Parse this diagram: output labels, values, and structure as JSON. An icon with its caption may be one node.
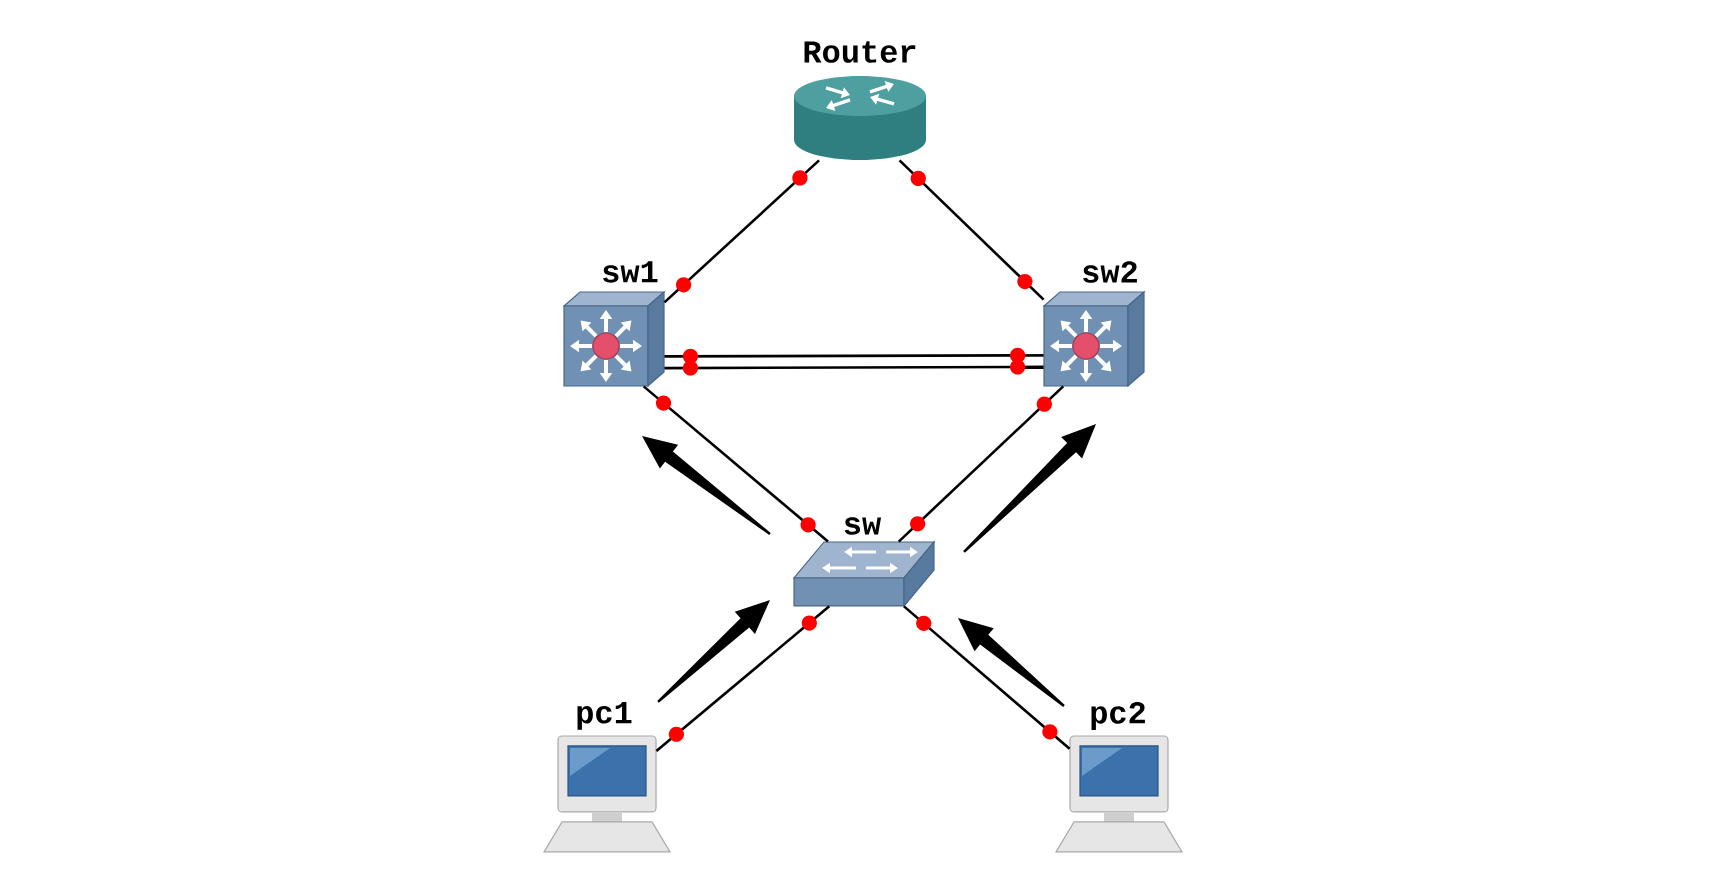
{
  "diagram": {
    "nodes": [
      {
        "text": [
          "Router"
        ]
      },
      {
        "text": [
          "sw1"
        ]
      },
      {
        "text": [
          "sw2"
        ]
      },
      {
        "text": [
          "sw"
        ]
      },
      {
        "text": [
          "pc1"
        ]
      },
      {
        "text": [
          "pc2"
        ]
      }
    ],
    "edges": [
      {
        "from": 0,
        "to": 1,
        "arrow": "none"
      },
      {
        "from": 0,
        "to": 2,
        "arrow": "none"
      },
      {
        "from": 1,
        "to": 2,
        "arrow": "none"
      },
      {
        "from": 1,
        "to": 2,
        "arrow": "none"
      },
      {
        "from": 1,
        "to": 3,
        "arrow": "none"
      },
      {
        "from": 2,
        "to": 3,
        "arrow": "none"
      },
      {
        "from": 3,
        "to": 4,
        "arrow": "none"
      },
      {
        "from": 3,
        "to": 5,
        "arrow": "none"
      }
    ]
  }
}
